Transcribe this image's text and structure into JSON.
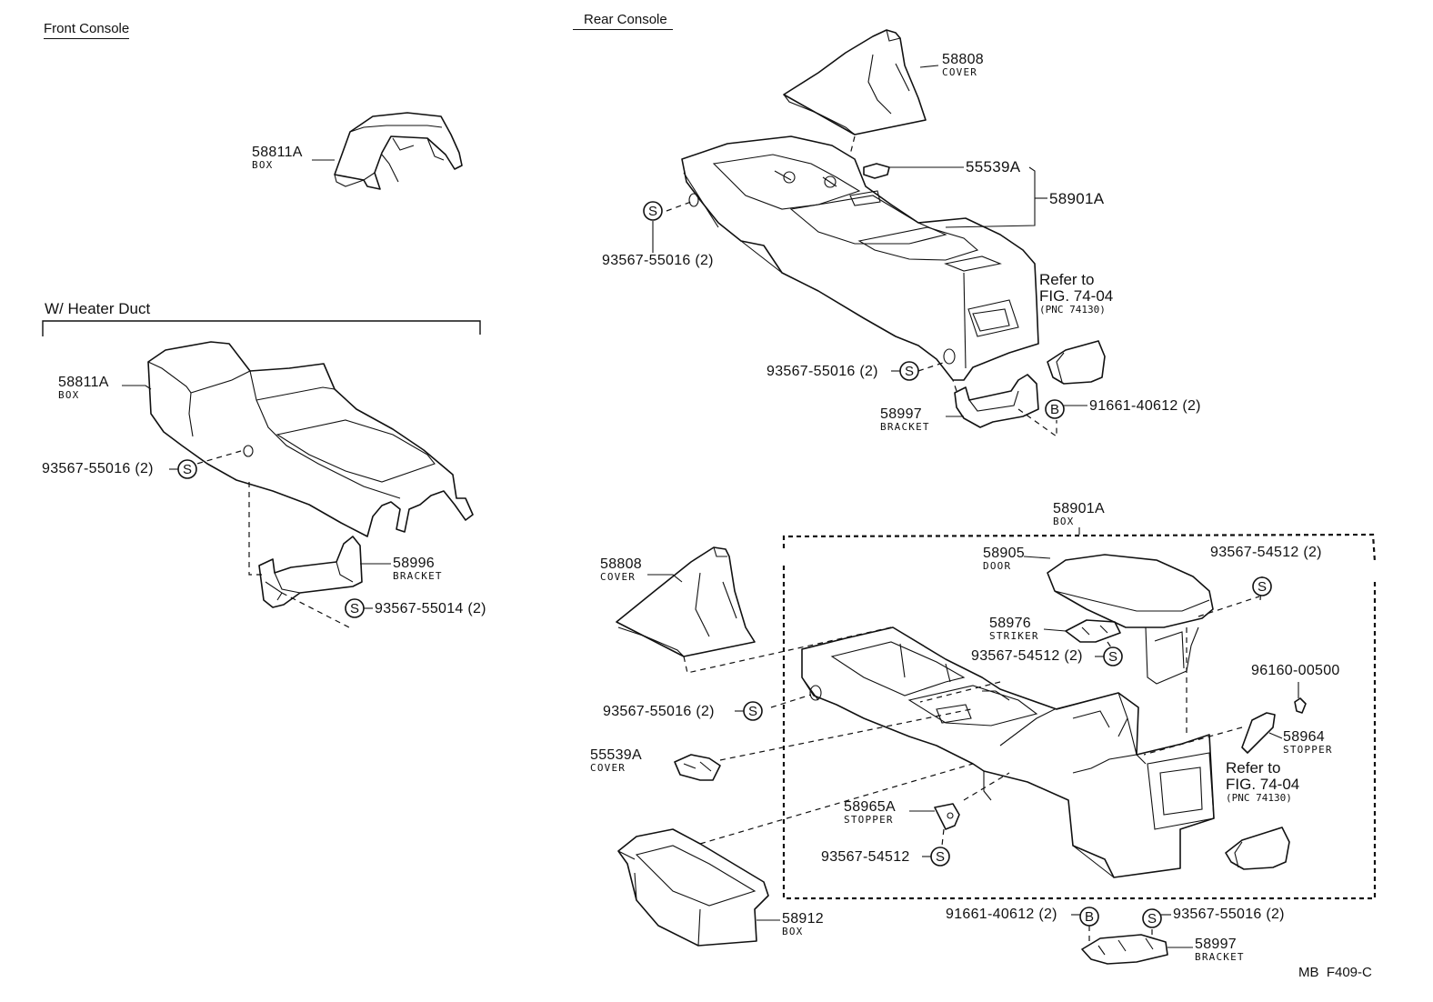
{
  "sections": {
    "front_console": "Front Console",
    "heater_duct": "W/ Heater Duct",
    "rear_console": "Rear Console"
  },
  "parts": {
    "p58811A_top": {
      "num": "58811A",
      "name": "BOX"
    },
    "p58811A_heater": {
      "num": "58811A",
      "name": "BOX"
    },
    "p58996": {
      "num": "58996",
      "name": "BRACKET"
    },
    "p58808_top": {
      "num": "58808",
      "name": "COVER"
    },
    "p58808_bottom": {
      "num": "58808",
      "name": "COVER"
    },
    "p58997_top": {
      "num": "58997",
      "name": "BRACKET"
    },
    "p58997_bottom": {
      "num": "58997",
      "name": "BRACKET"
    },
    "p58901A_box": {
      "num": "58901A",
      "name": "BOX"
    },
    "p58905": {
      "num": "58905",
      "name": "DOOR"
    },
    "p58976": {
      "num": "58976",
      "name": "STRIKER"
    },
    "p58964": {
      "num": "58964",
      "name": "STOPPER"
    },
    "p58965A": {
      "num": "58965A",
      "name": "STOPPER"
    },
    "p55539A_bottom": {
      "num": "55539A",
      "name": "COVER"
    },
    "p58912": {
      "num": "58912",
      "name": "BOX"
    }
  },
  "plain_numbers": {
    "n55539A_top": "55539A",
    "n58901A_top": "58901A",
    "n96160": "96160-00500"
  },
  "fasteners": {
    "f_h1": "93567-55016 (2)",
    "f_h2": "93567-55014 (2)",
    "f_r1": "93567-55016 (2)",
    "f_r2": "93567-55016 (2)",
    "f_r3": "91661-40612 (2)",
    "f_b1": "93567-54512 (2)",
    "f_b2": "93567-54512 (2)",
    "f_b3": "93567-55016 (2)",
    "f_b4": "93567-54512",
    "f_b5": "91661-40612 (2)",
    "f_b6": "93567-55016 (2)"
  },
  "refs": {
    "ref_top": {
      "line1": "Refer to",
      "line2": "FIG. 74-04",
      "line3": "(PNC 74130)"
    },
    "ref_bottom": {
      "line1": "Refer to",
      "line2": "FIG. 74-04",
      "line3": "(PNC 74130)"
    }
  },
  "badges": {
    "screw": "S",
    "bolt": "B"
  },
  "figure_code": "MB  F409-C"
}
